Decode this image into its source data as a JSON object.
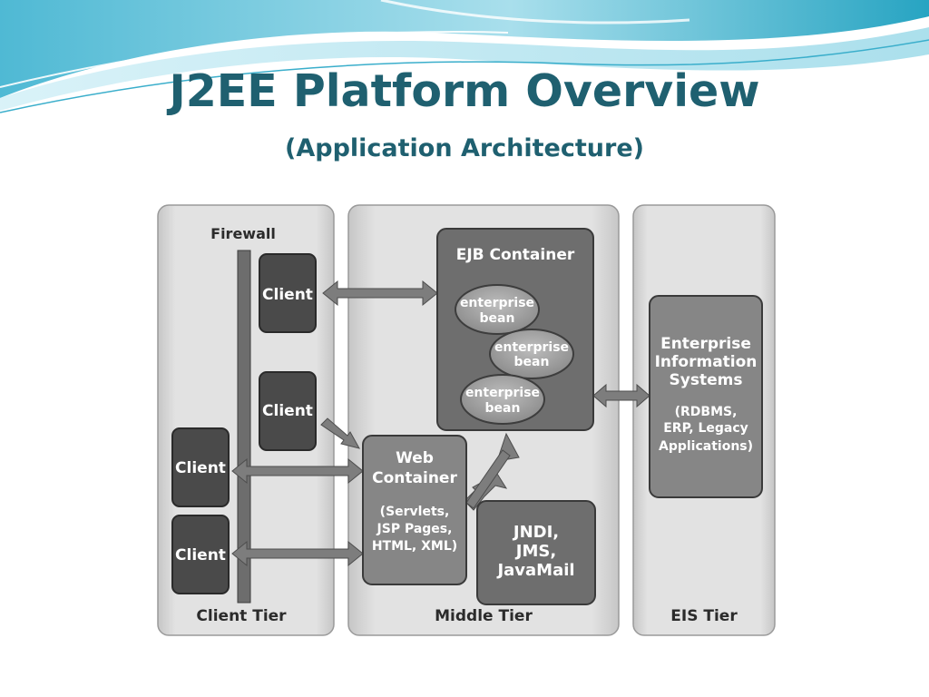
{
  "slide": {
    "title": "J2EE Platform Overview",
    "subtitle": "(Application Architecture)"
  },
  "colors": {
    "title": "#1f6070",
    "wave_light": "#bfe7f1",
    "wave_dark": "#2aa9c6",
    "panel": "#d9d9d9",
    "box_dark": "#4a4a4a",
    "box_mid": "#8a8a8a"
  },
  "diagram": {
    "firewall_label": "Firewall",
    "tiers": {
      "client": "Client Tier",
      "middle": "Middle Tier",
      "eis": "EIS Tier"
    },
    "clients": [
      "Client",
      "Client",
      "Client",
      "Client"
    ],
    "ejb_container": "EJB Container",
    "enterprise_bean": [
      "enterprise",
      "bean"
    ],
    "web_container": {
      "title": [
        "Web",
        "Container"
      ],
      "details": [
        "(Servlets,",
        "JSP Pages,",
        "HTML, XML)"
      ]
    },
    "services": [
      "JNDI,",
      "JMS,",
      "JavaMail"
    ],
    "eis": {
      "title": [
        "Enterprise",
        "Information",
        "Systems"
      ],
      "details": [
        "(RDBMS,",
        "ERP, Legacy",
        "Applications)"
      ]
    }
  }
}
